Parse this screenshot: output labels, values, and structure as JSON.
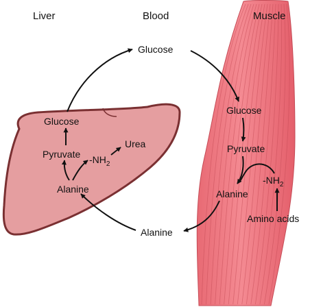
{
  "headers": {
    "liver": "Liver",
    "blood": "Blood",
    "muscle": "Muscle"
  },
  "blood": {
    "glucose": "Glucose",
    "alanine": "Alanine"
  },
  "liver": {
    "glucose": "Glucose",
    "pyruvate": "Pyruvate",
    "alanine": "Alanine",
    "urea": "Urea",
    "amine_prefix": "-NH",
    "amine_subscript": "2"
  },
  "muscle": {
    "glucose": "Glucose",
    "pyruvate": "Pyruvate",
    "alanine": "Alanine",
    "amine_prefix": "-NH",
    "amine_subscript": "2",
    "amino_acids": "Amino acids"
  },
  "colors": {
    "liver_fill": "#e59ea0",
    "liver_stroke": "#7a3032",
    "muscle_fill": "#f07f87",
    "muscle_fiber": "#c44a55",
    "arrow": "#111111"
  }
}
